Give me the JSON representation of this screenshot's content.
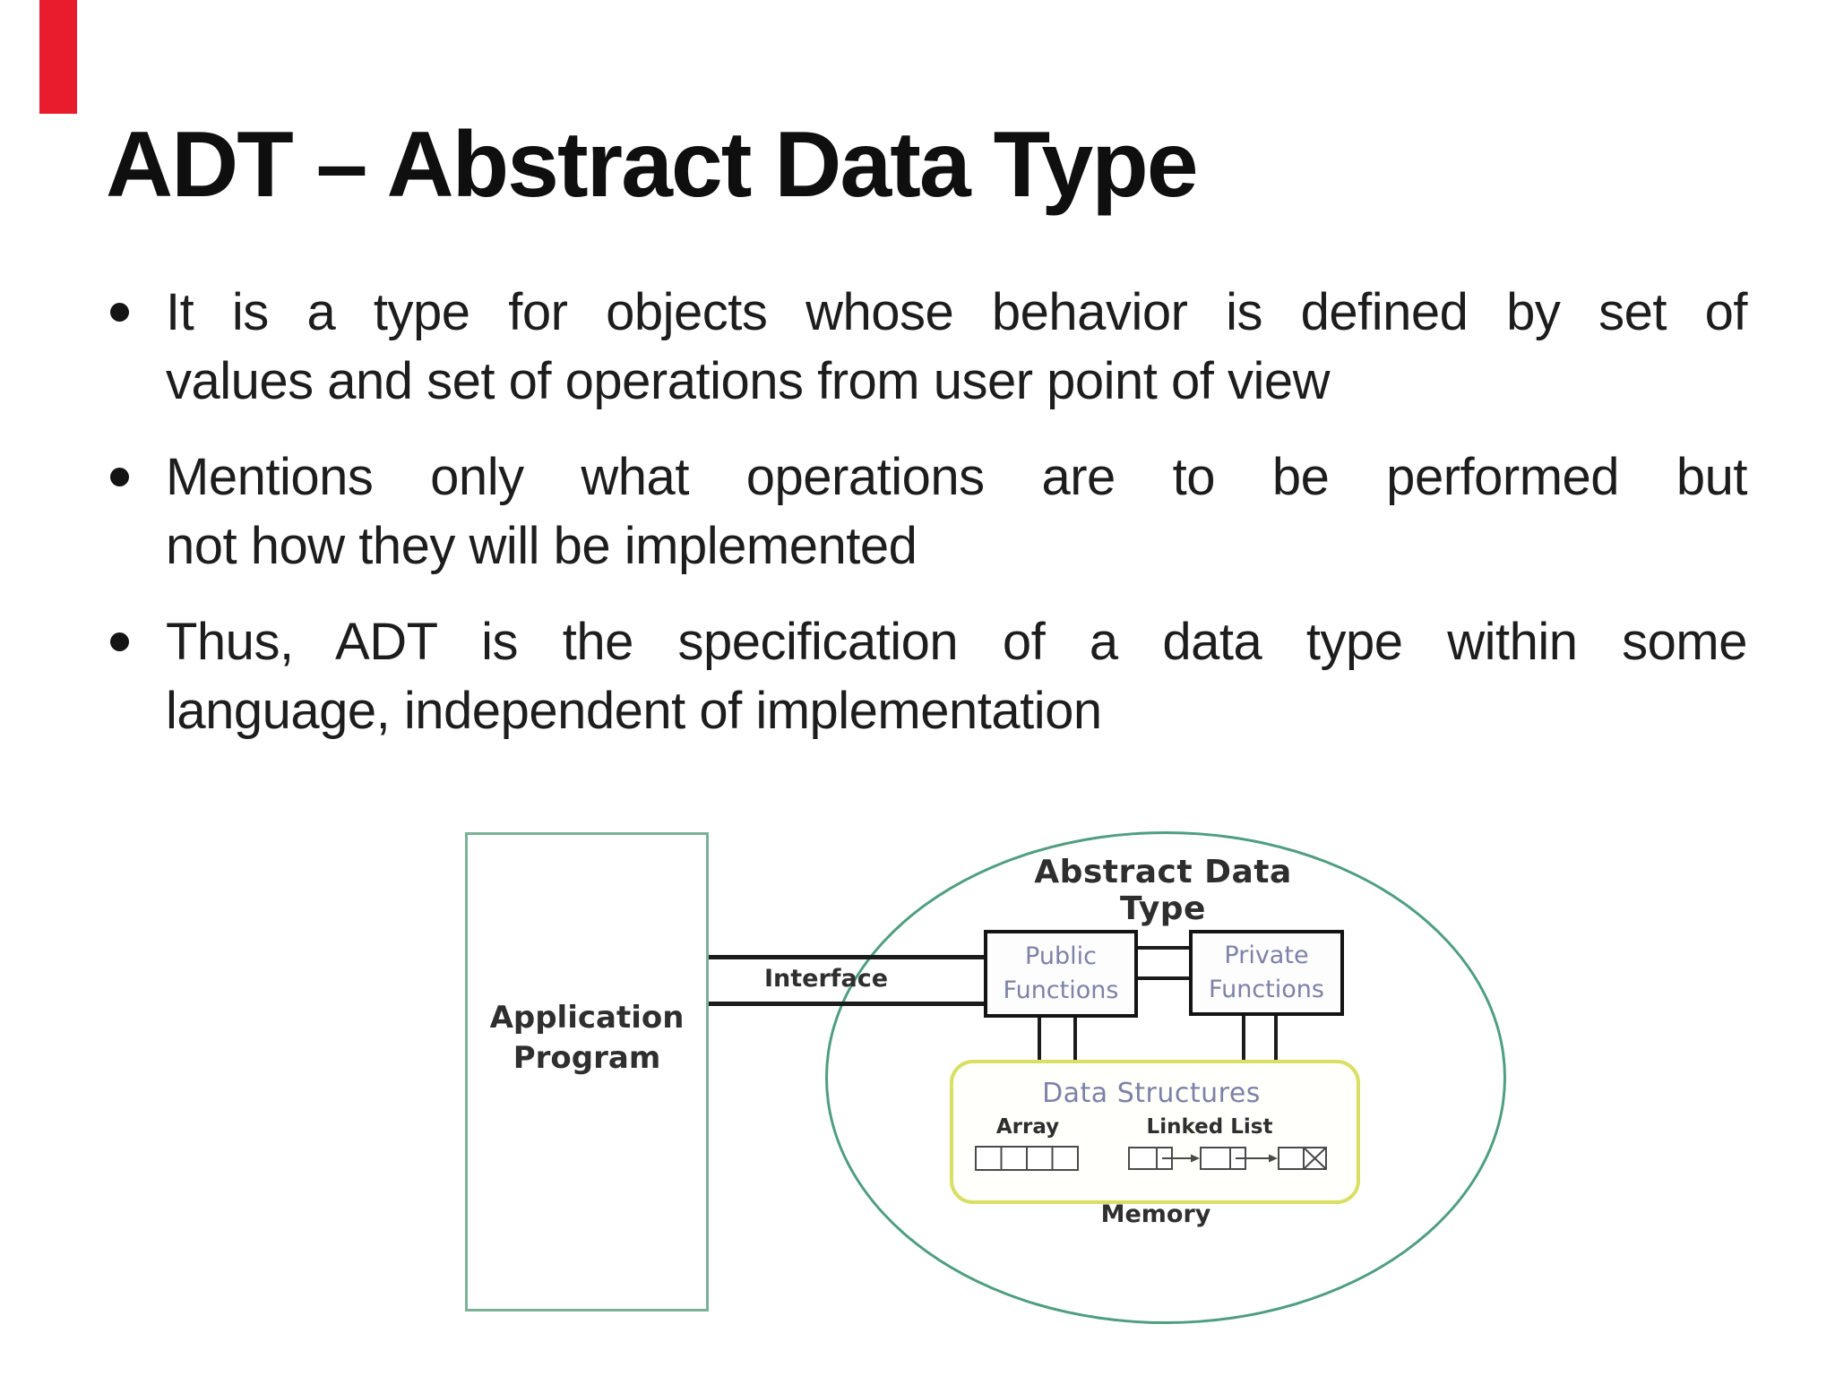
{
  "slide": {
    "title": "ADT – Abstract Data Type",
    "bullets": [
      {
        "line1": "It is a type for objects whose behavior is defined by set of",
        "line2": "values and set of operations from user point of view"
      },
      {
        "line1": "Mentions only what operations are to be performed but",
        "line2": "not how they will be implemented"
      },
      {
        "line1": "Thus, ADT is the specification of a data type within some",
        "line2": "language, independent of implementation"
      }
    ]
  },
  "diagram": {
    "application_box": {
      "line1": "Application",
      "line2": "Program"
    },
    "interface_label": "Interface",
    "ellipse_title": "Abstract Data Type",
    "public_box": {
      "line1": "Public",
      "line2": "Functions"
    },
    "private_box": {
      "line1": "Private",
      "line2": "Functions"
    },
    "data_structures_label": "Data Structures",
    "array_label": "Array",
    "linked_list_label": "Linked List",
    "memory_label": "Memory"
  },
  "colors": {
    "red_bar": "#e91c2d",
    "application_box_border": "#7ab296",
    "ellipse_border": "#4f9e81",
    "data_structures_border": "#d9df63",
    "function_label_text": "#7d82a8",
    "connector_line": "#1c1c1c",
    "body_text": "#1d1d1d"
  }
}
